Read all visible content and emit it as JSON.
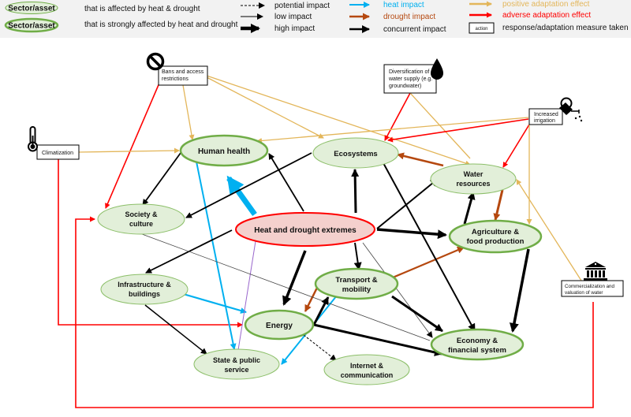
{
  "legend": {
    "node_normal_label": "Sector/asset",
    "node_normal_desc": "that is affected by heat & drought",
    "node_strong_label": "Sector/asset",
    "node_strong_desc": "that is strongly affected by heat and drought",
    "potential": "potential impact",
    "low": "low impact",
    "high": "high impact",
    "heat": "heat impact",
    "drought": "drought impact",
    "concurrent": "concurrent impact",
    "positive": "positive adaptation effect",
    "adverse": "adverse adaptation effect",
    "action_box": "action",
    "action_desc": "response/adaptation measure taken"
  },
  "colors": {
    "heat": "#00b0f0",
    "drought": "#b5480f",
    "concurrent": "#000000",
    "positive": "#e3b65a",
    "adverse": "#ff0000",
    "node_fill": "#e2efd9",
    "node_stroke": "#70ad47",
    "center_fill": "#f4d0cd",
    "center_stroke": "#ff0000",
    "purple": "#9966cc"
  },
  "nodes": {
    "center": "Heat and drought extremes",
    "human_health": "Human health",
    "ecosystems": "Ecosystems",
    "water_1": "Water",
    "water_2": "resources",
    "society_1": "Society &",
    "society_2": "culture",
    "agri_1": "Agriculture &",
    "agri_2": "food production",
    "infra_1": "Infrastructure &",
    "infra_2": "buildings",
    "transport_1": "Transport &",
    "transport_2": "mobility",
    "energy": "Energy",
    "economy_1": "Economy &",
    "economy_2": "financial system",
    "state_1": "State & public",
    "state_2": "service",
    "internet_1": "Internet &",
    "internet_2": "communication"
  },
  "actions": {
    "bans_1": "Bans and access",
    "bans_2": "restrictions",
    "climatization": "Climatization",
    "diversification_1": "Diversification of",
    "diversification_2": "water supply (e.g.",
    "diversification_3": "groundwater)",
    "irrigation_1": "Increased",
    "irrigation_2": "irrigation",
    "commercialization_1": "Commercialization and",
    "commercialization_2": "valuation of water"
  }
}
